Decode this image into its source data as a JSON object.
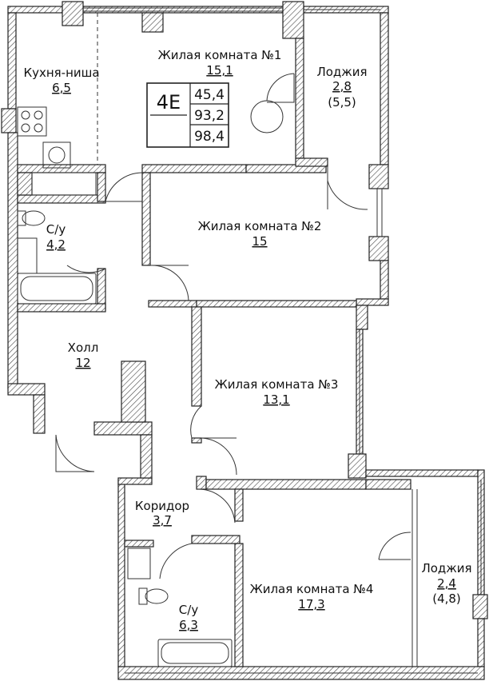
{
  "apartment": {
    "type_code": "4Е",
    "living_area": "45,4",
    "total_area": "93,2",
    "total_with_loggia": "98,4"
  },
  "rooms": [
    {
      "key": "kitchen",
      "name": "Кухня-ниша",
      "area": "6,5"
    },
    {
      "key": "living1",
      "name": "Жилая комната №1",
      "area": "15,1"
    },
    {
      "key": "loggia1",
      "name": "Лоджия",
      "area": "2,8",
      "area_full": "(5,5)"
    },
    {
      "key": "bath1",
      "name": "С/у",
      "area": "4,2"
    },
    {
      "key": "living2",
      "name": "Жилая комната №2",
      "area": "15"
    },
    {
      "key": "hall",
      "name": "Холл",
      "area": "12"
    },
    {
      "key": "living3",
      "name": "Жилая комната №3",
      "area": "13,1"
    },
    {
      "key": "corridor",
      "name": "Коридор",
      "area": "3,7"
    },
    {
      "key": "living4",
      "name": "Жилая комната №4",
      "area": "17,3"
    },
    {
      "key": "loggia2",
      "name": "Лоджия",
      "area": "2,4",
      "area_full": "(4,8)"
    },
    {
      "key": "bath2",
      "name": "С/у",
      "area": "6,3"
    }
  ]
}
